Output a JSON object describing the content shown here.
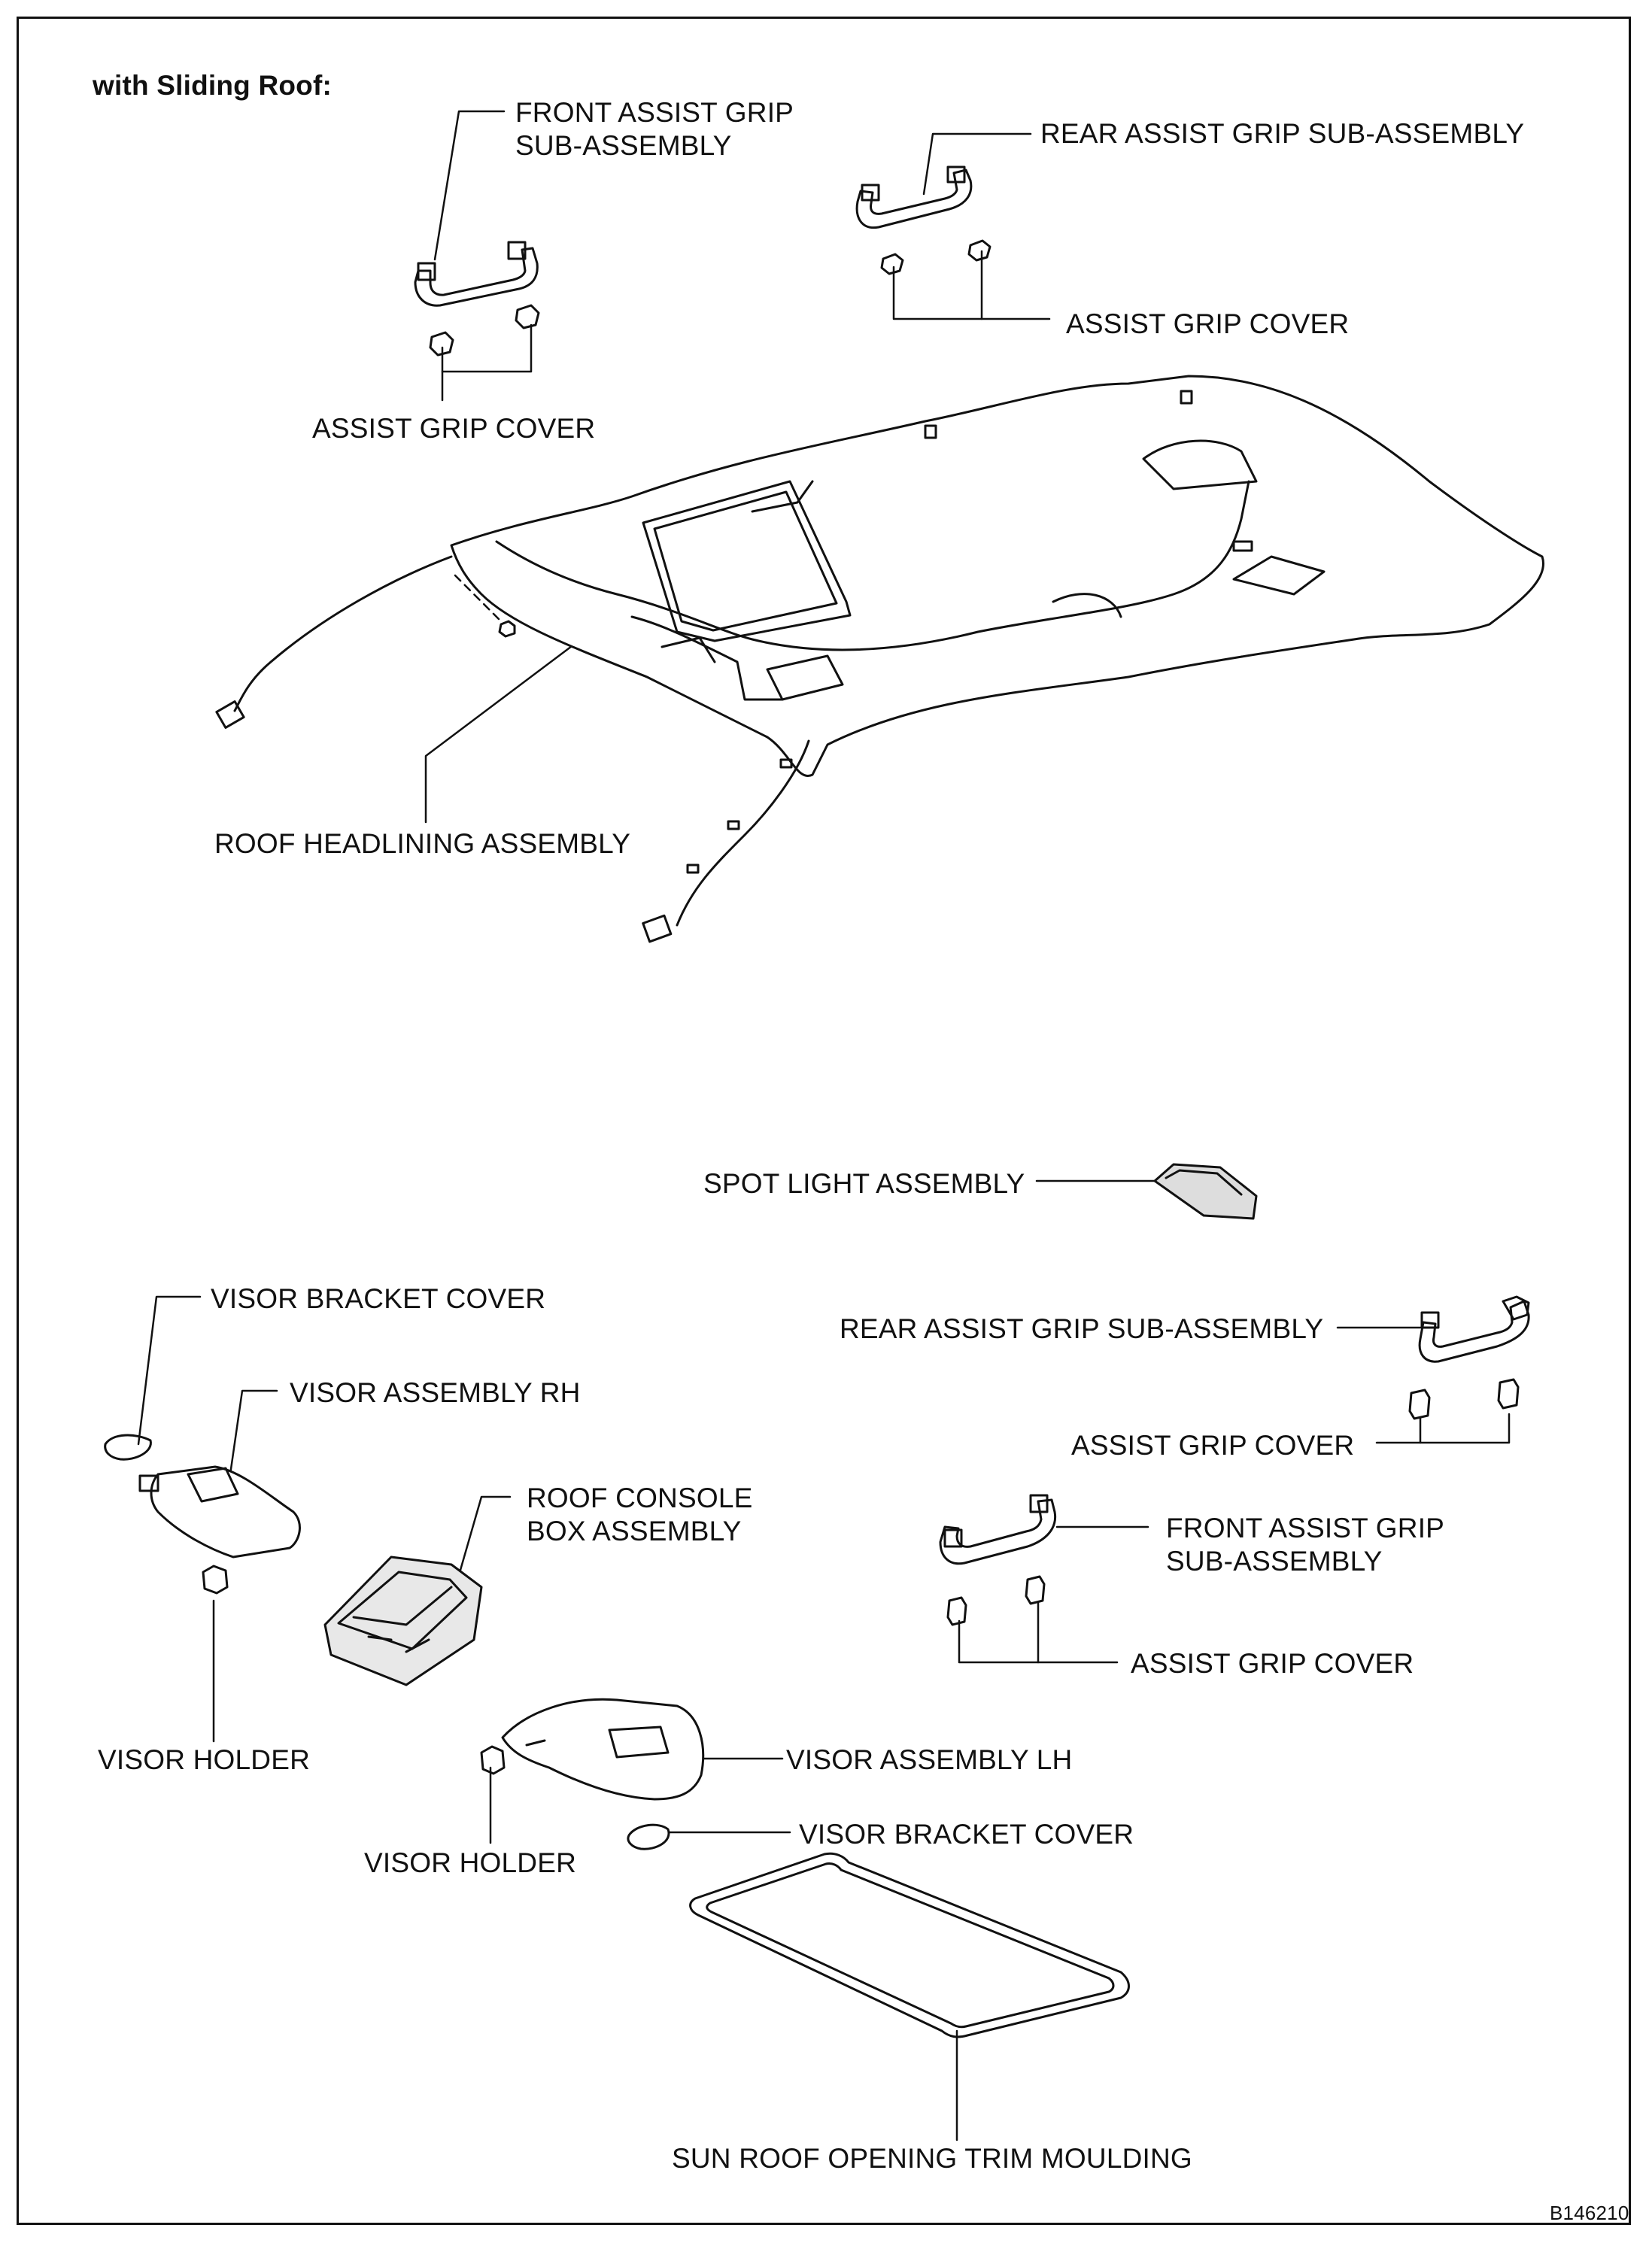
{
  "header": {
    "title": "with Sliding Roof:"
  },
  "labels": {
    "front_assist_grip_top": [
      "FRONT ASSIST GRIP",
      "SUB-ASSEMBLY"
    ],
    "rear_assist_grip_top": "REAR ASSIST GRIP SUB-ASSEMBLY",
    "assist_grip_cover_top_right": "ASSIST GRIP COVER",
    "assist_grip_cover_top_left": "ASSIST GRIP COVER",
    "roof_headlining": "ROOF HEADLINING ASSEMBLY",
    "spot_light": "SPOT LIGHT ASSEMBLY",
    "visor_bracket_cover_rh": "VISOR BRACKET COVER",
    "visor_assembly_rh": "VISOR ASSEMBLY RH",
    "roof_console_box": [
      "ROOF CONSOLE",
      "BOX ASSEMBLY"
    ],
    "rear_assist_grip_bottom": "REAR ASSIST GRIP SUB-ASSEMBLY",
    "assist_grip_cover_mid": "ASSIST GRIP COVER",
    "front_assist_grip_bottom": [
      "FRONT ASSIST GRIP",
      "SUB-ASSEMBLY"
    ],
    "assist_grip_cover_bottom": "ASSIST GRIP COVER",
    "visor_holder_rh": "VISOR HOLDER",
    "visor_assembly_lh": "VISOR ASSEMBLY LH",
    "visor_bracket_cover_lh": "VISOR BRACKET COVER",
    "visor_holder_lh": "VISOR HOLDER",
    "sun_roof_trim": "SUN ROOF OPENING TRIM MOULDING"
  },
  "figure_code": "B146210"
}
